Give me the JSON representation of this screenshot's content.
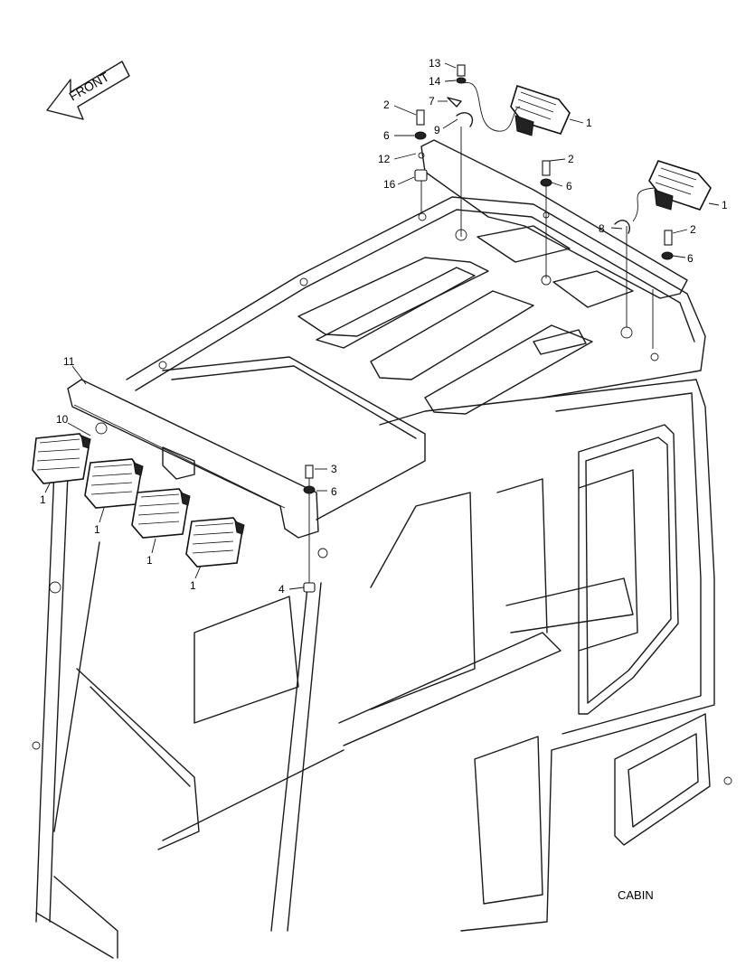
{
  "orientation": {
    "label": "FRONT"
  },
  "caption": "CABIN",
  "callouts": [
    "13",
    "14",
    "7",
    "2",
    "9",
    "1",
    "6",
    "12",
    "16",
    "2",
    "6",
    "1",
    "8",
    "2",
    "6",
    "11",
    "10",
    "3",
    "6",
    "1",
    "1",
    "1",
    "1",
    "4"
  ],
  "icons": {
    "front_arrow": "front-arrow-icon"
  }
}
